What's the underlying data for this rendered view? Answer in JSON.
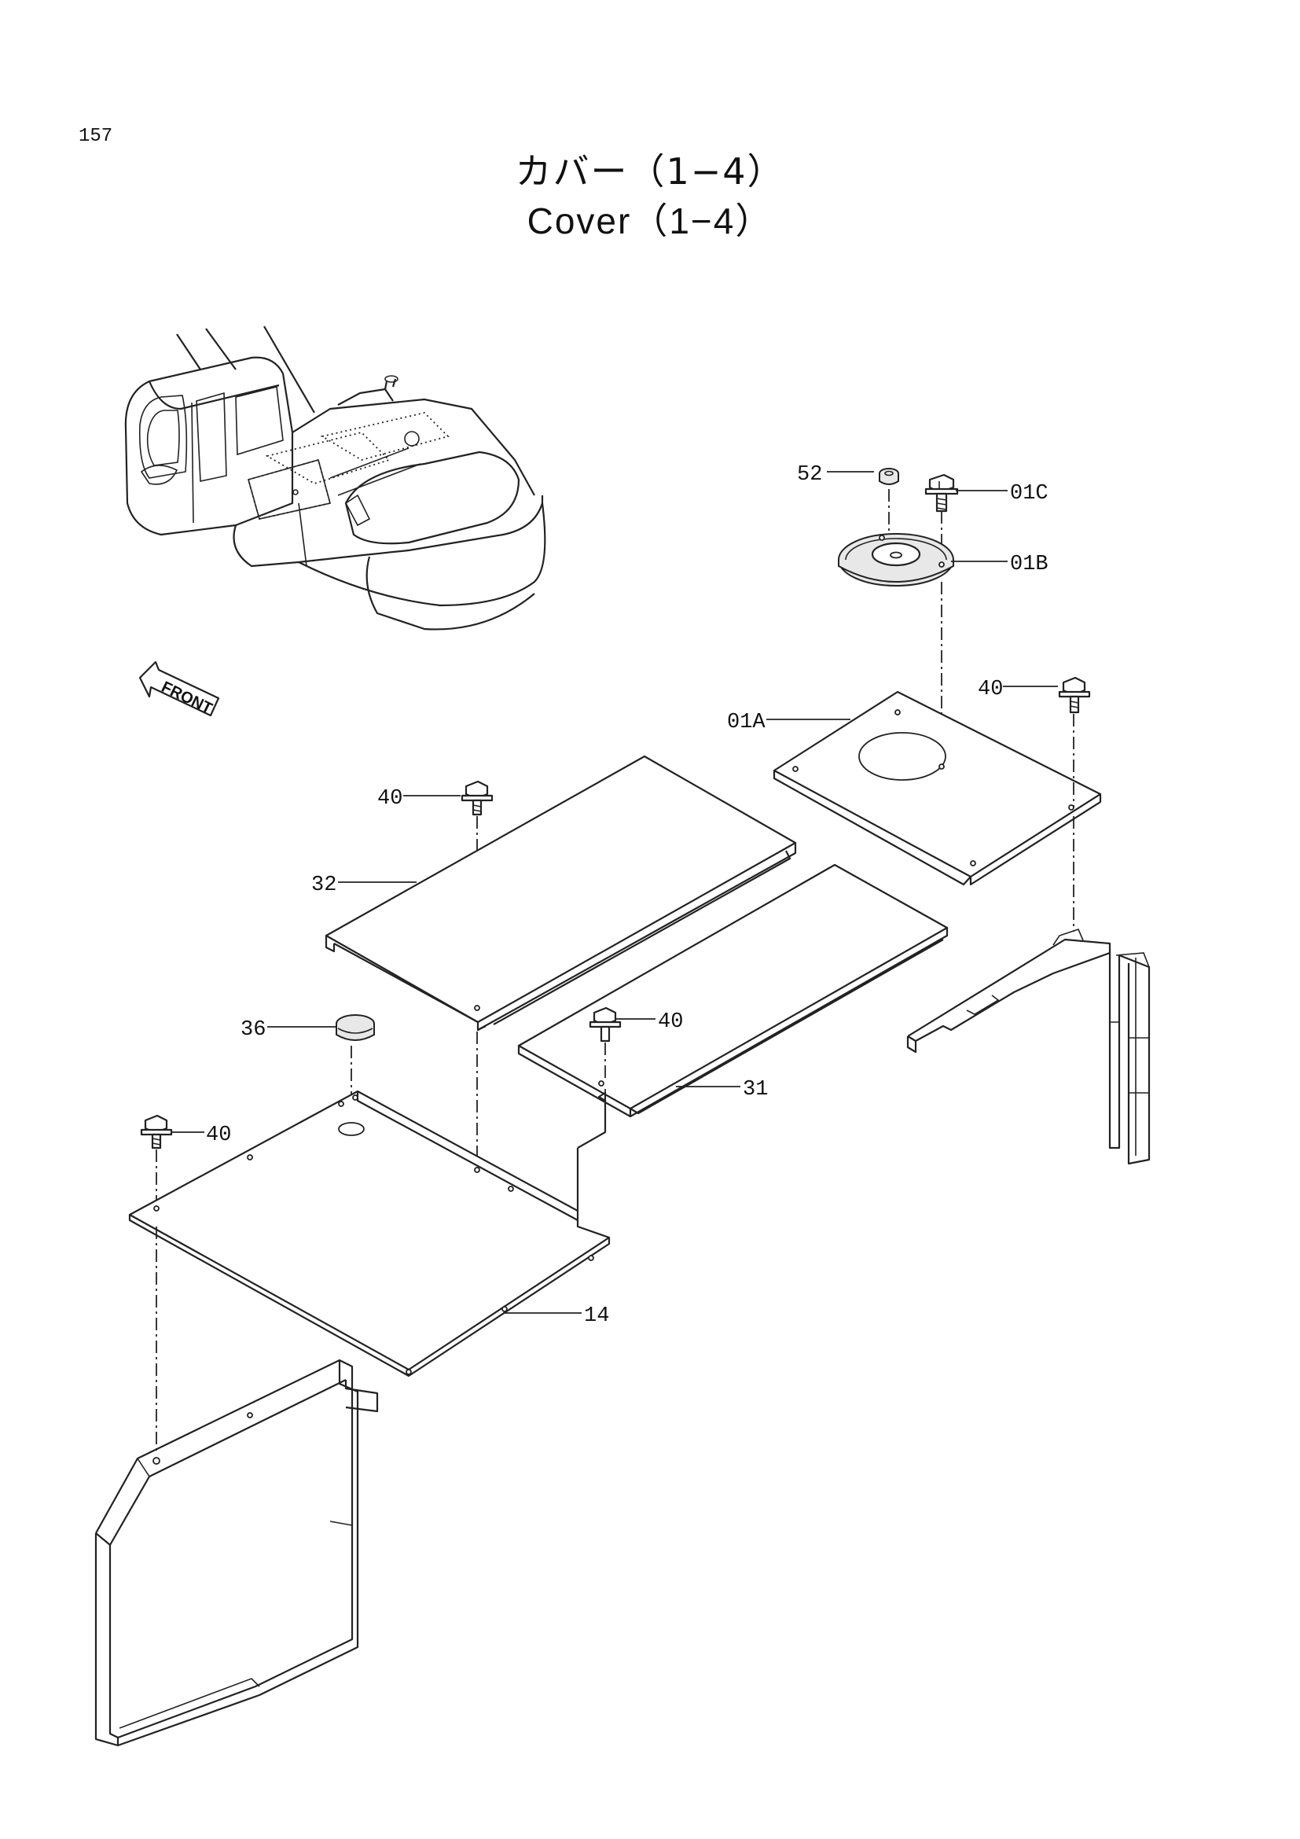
{
  "page": {
    "number": "157"
  },
  "title": {
    "japanese": "カバー（1−4）",
    "english": "Cover（1−4）"
  },
  "orientation": {
    "front_label": "FRONT"
  },
  "callouts": {
    "c52": "52",
    "c01C": "01C",
    "c01B": "01B",
    "c40a": "40",
    "c01A": "01A",
    "c40b": "40",
    "c32": "32",
    "c36": "36",
    "c40c": "40",
    "c31": "31",
    "c40d": "40",
    "c14": "14"
  }
}
